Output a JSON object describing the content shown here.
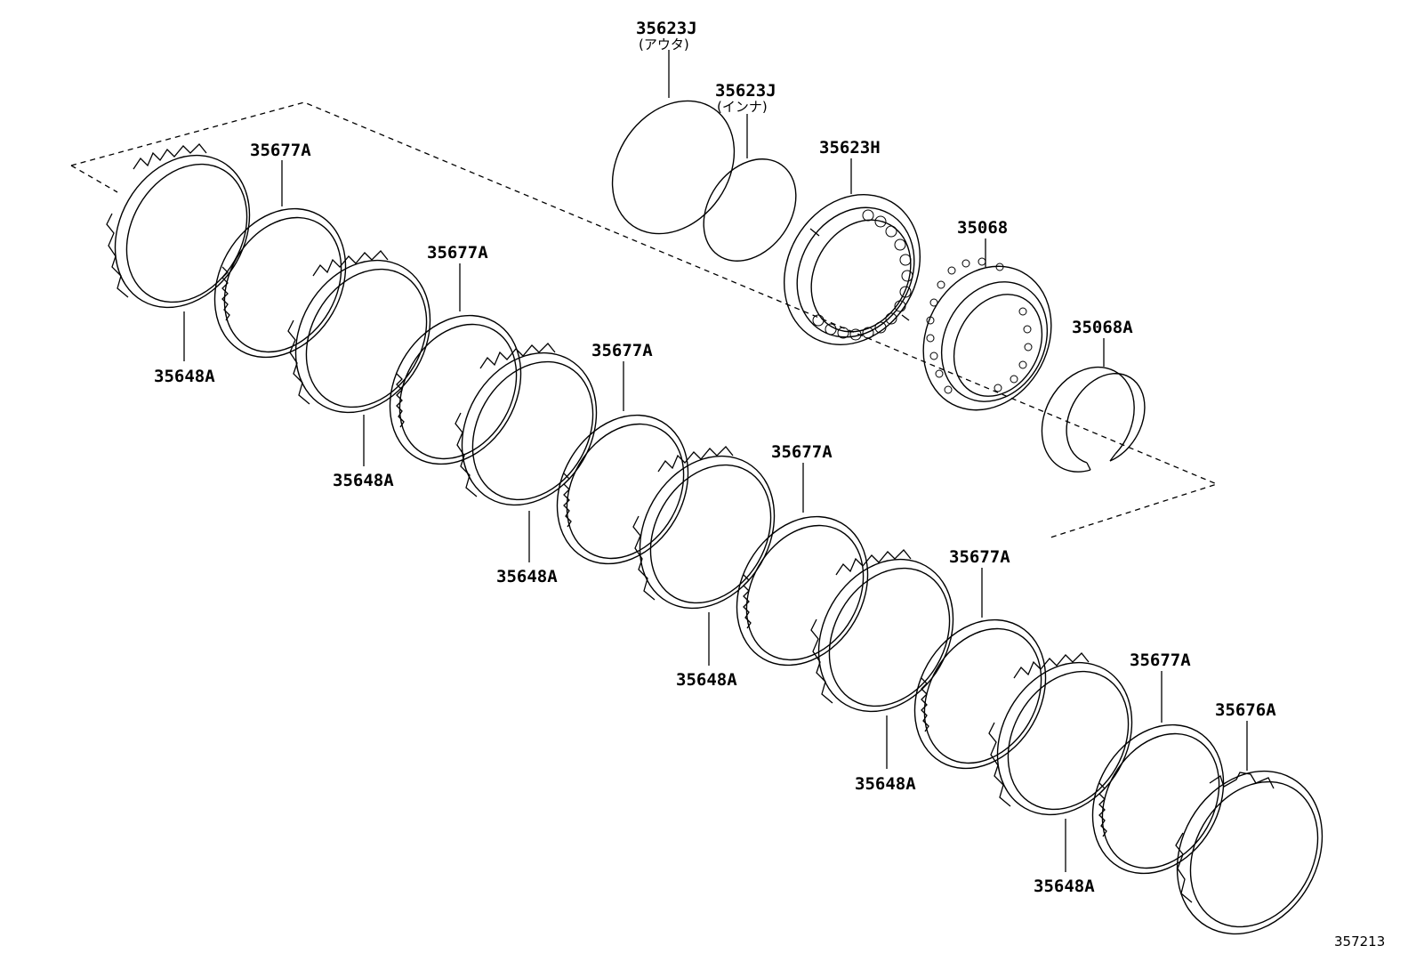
{
  "diagram": {
    "reference_number": "357213",
    "callouts": [
      {
        "part": "35623J",
        "note": "(アウタ)"
      },
      {
        "part": "35623J",
        "note": "(インナ)"
      },
      {
        "part": "35623H",
        "note": ""
      },
      {
        "part": "35068",
        "note": ""
      },
      {
        "part": "35068A",
        "note": ""
      },
      {
        "part": "35677A",
        "note": ""
      },
      {
        "part": "35648A",
        "note": ""
      },
      {
        "part": "35677A",
        "note": ""
      },
      {
        "part": "35648A",
        "note": ""
      },
      {
        "part": "35677A",
        "note": ""
      },
      {
        "part": "35648A",
        "note": ""
      },
      {
        "part": "35677A",
        "note": ""
      },
      {
        "part": "35648A",
        "note": ""
      },
      {
        "part": "35677A",
        "note": ""
      },
      {
        "part": "35648A",
        "note": ""
      },
      {
        "part": "35677A",
        "note": ""
      },
      {
        "part": "35648A",
        "note": ""
      },
      {
        "part": "35676A",
        "note": ""
      }
    ]
  }
}
